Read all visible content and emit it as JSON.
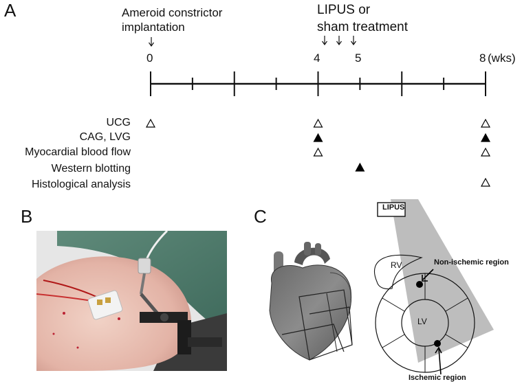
{
  "panel_a": {
    "letter": "A",
    "annotation_left_line1": "Ameroid constrictor",
    "annotation_left_line2": "implantation",
    "annotation_right_line1": "LIPUS or",
    "annotation_right_line2": "sham treatment",
    "tick_labels": [
      "0",
      "4",
      "5",
      "8"
    ],
    "unit_label": "(wks)",
    "rows": [
      {
        "label": "UCG",
        "marks": [
          {
            "week": 0,
            "fill": "open"
          },
          {
            "week": 4,
            "fill": "open"
          },
          {
            "week": 8,
            "fill": "open"
          }
        ]
      },
      {
        "label": "CAG, LVG",
        "marks": [
          {
            "week": 4,
            "fill": "filled"
          },
          {
            "week": 8,
            "fill": "filled"
          }
        ]
      },
      {
        "label": "Myocardial blood flow",
        "marks": [
          {
            "week": 4,
            "fill": "open"
          },
          {
            "week": 8,
            "fill": "open"
          }
        ]
      },
      {
        "label": "Western blotting",
        "marks": [
          {
            "week": 5,
            "fill": "filled"
          }
        ]
      },
      {
        "label": "Histological analysis",
        "marks": [
          {
            "week": 8,
            "fill": "open"
          }
        ]
      }
    ]
  },
  "panel_b": {
    "letter": "B"
  },
  "panel_c": {
    "letter": "C",
    "lipus_label": "LIPUS",
    "rv_label": "RV",
    "lv_label": "LV",
    "non_ischemic_label": "Non-ischemic region",
    "ischemic_label": "Ischemic region"
  }
}
